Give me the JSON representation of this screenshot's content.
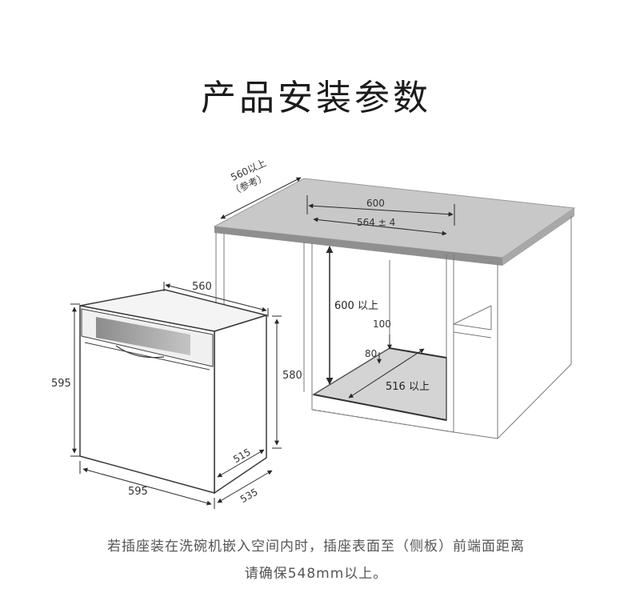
{
  "title": "产品安装参数",
  "cabinet_labels": {
    "depth_ref": "560以上",
    "depth_ref_note": "（参考）",
    "width_outer": "600",
    "width_inner": "564 ± 4",
    "height_opening": "600 以上",
    "height_100": "100",
    "height_80": "80",
    "depth_opening": "516 以上"
  },
  "unit_labels": {
    "depth_top": "560",
    "height_left": "595",
    "height_back": "580",
    "width_bottom": "595",
    "depth_515": "515",
    "depth_535": "535"
  },
  "notes": {
    "line1": "若插座装在洗碗机嵌入空间内时，插座表面至（侧板）前端面距离",
    "line2": "请确保548mm以上。"
  },
  "colors": {
    "countertop": "#c8c8c8",
    "countertop_edge": "#8f8f8f",
    "cabinet_line": "#7a7a7a",
    "unit_line": "#3a3a3a",
    "unit_panel": "#a0a0a0"
  }
}
